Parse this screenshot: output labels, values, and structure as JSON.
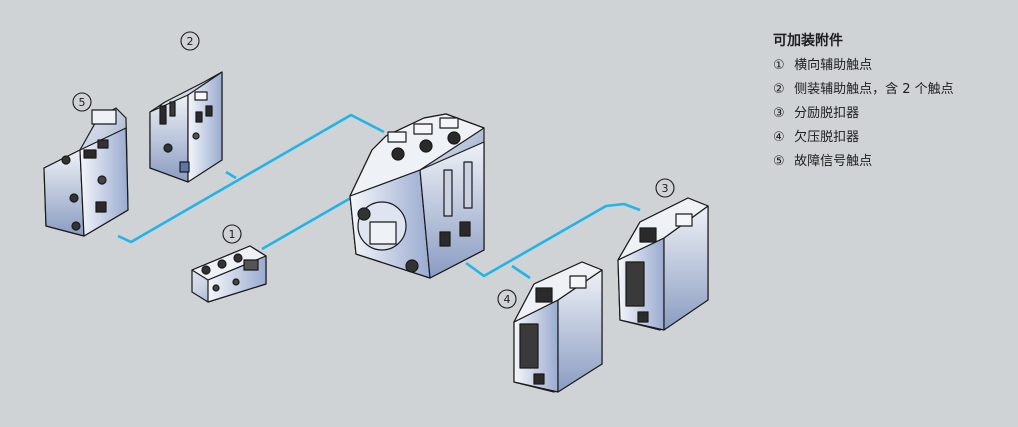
{
  "legend": {
    "title": "可加装附件",
    "items": [
      {
        "number": "①",
        "label": "横向辅助触点"
      },
      {
        "number": "②",
        "label": "侧装辅助触点，含 2 个触点"
      },
      {
        "number": "③",
        "label": "分励脱扣器"
      },
      {
        "number": "④",
        "label": "欠压脱扣器"
      },
      {
        "number": "⑤",
        "label": "故障信号触点"
      }
    ]
  },
  "callouts": [
    {
      "id": "callout-1",
      "text": "1"
    },
    {
      "id": "callout-2",
      "text": "2"
    },
    {
      "id": "callout-3",
      "text": "3"
    },
    {
      "id": "callout-4",
      "text": "4"
    },
    {
      "id": "callout-5",
      "text": "5"
    }
  ],
  "colors": {
    "background": "#cfd3d6",
    "connector_line": "#22b4e6",
    "device_light": "#eef1f6",
    "device_dark": "#5d76a8",
    "device_outline": "#1a1a1a"
  }
}
